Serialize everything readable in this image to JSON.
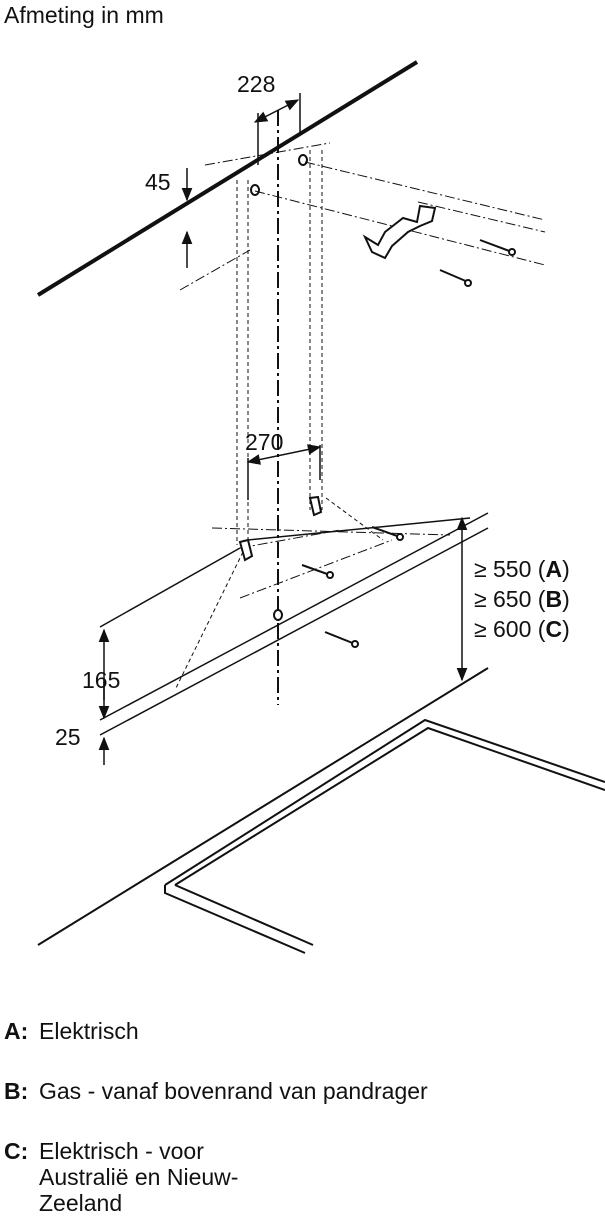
{
  "title": "Afmeting in mm",
  "dimensions": {
    "top_width": "228",
    "top_depth": "45",
    "mid_width": "270",
    "bottom_height": "165",
    "bottom_offset": "25"
  },
  "clearances": [
    {
      "prefix": "≥ 550 (",
      "key": "A",
      "suffix": ")"
    },
    {
      "prefix": "≥ 650 (",
      "key": "B",
      "suffix": ")"
    },
    {
      "prefix": "≥ 600 (",
      "key": "C",
      "suffix": ")"
    }
  ],
  "legend": [
    {
      "key": "A:",
      "text": "Elektrisch"
    },
    {
      "key": "B:",
      "text": "Gas - vanaf bovenrand van pandrager"
    },
    {
      "key": "C:",
      "text": "Elektrisch - voor Australië en Nieuw-Zeeland"
    }
  ],
  "colors": {
    "line": "#111111",
    "background": "#ffffff"
  }
}
